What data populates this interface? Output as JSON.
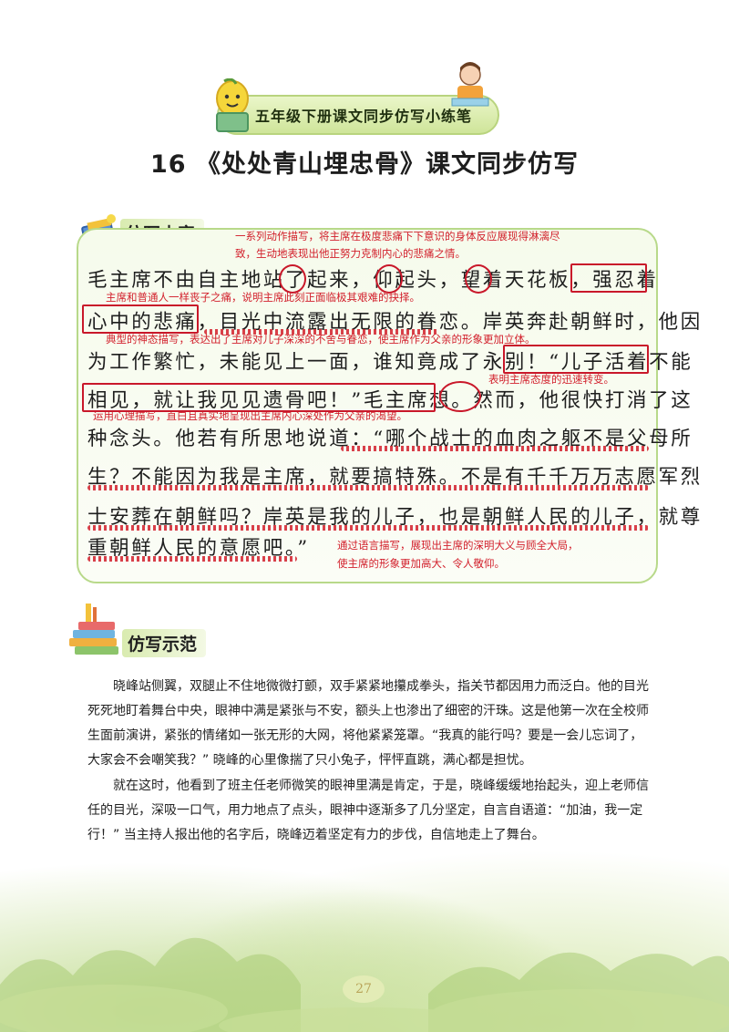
{
  "header": {
    "banner_text": "五年级下册课文同步仿写小练笔",
    "title": "16 《处处青山埋忠骨》课文同步仿写"
  },
  "section1": {
    "heading": "仿写内容",
    "lines": [
      "毛主席不由自主地站了起来，仰起头，望着天花板，强忍着",
      "心中的悲痛，目光中流露出无限的眷恋。岸英奔赴朝鲜时，他因",
      "为工作繁忙，未能见上一面，谁知竟成了永别！“儿子活着不能",
      "相见，就让我见见遗骨吧！”毛主席想。然而，他很快打消了这",
      "种念头。他若有所思地说道：“哪个战士的血肉之躯不是父母所",
      "生？不能因为我是主席，就要搞特殊。不是有千千万万志愿军烈",
      "士安葬在朝鲜吗？岸英是我的儿子，也是朝鲜人民的儿子，就尊",
      "重朝鲜人民的意愿吧。”"
    ],
    "notes": {
      "n1a": "一系列动作描写，将主席在极度悲痛下下意识的身体反应展现得淋漓尽",
      "n1b": "致，生动地表现出他正努力克制内心的悲痛之情。",
      "n2": "主席和普通人一样丧子之痛，说明主席此刻正面临极其艰难的抉择。",
      "n3": "典型的神态描写，表达出了主席对儿子深深的不舍与眷恋，使主席作为父亲的形象更加立体。",
      "n4": "表明主席态度的迅速转变。",
      "n5": "运用心理描写，直白且真实地呈现出主席内心深处作为父亲的渴望。",
      "n6a": "通过语言描写，展现出主席的深明大义与顾全大局，",
      "n6b": "使主席的形象更加高大、令人敬仰。"
    }
  },
  "section2": {
    "heading": "仿写示范",
    "paragraphs": [
      "晓峰站侧翼，双腿止不住地微微打颤，双手紧紧地攥成拳头，指关节都因用力而泛白。他的目光死死地盯着舞台中央，眼神中满是紧张与不安，额头上也渗出了细密的汗珠。这是他第一次在全校师生面前演讲，紧张的情绪如一张无形的大网，将他紧紧笼罩。“我真的能行吗？要是一会儿忘词了，大家会不会嘲笑我？” 晓峰的心里像揣了只小兔子，怦怦直跳，满心都是担忧。",
      "就在这时，他看到了班主任老师微笑的眼神里满是肯定，于是，晓峰缓缓地抬起头，迎上老师信任的目光，深吸一口气，用力地点了点头，眼神中逐渐多了几分坚定，自言自语道：“加油，我一定行！” 当主持人报出他的名字后，晓峰迈着坚定有力的步伐，自信地走上了舞台。"
    ]
  },
  "footer": {
    "page_number": "27"
  },
  "colors": {
    "annotation_red": "#d21f2b",
    "panel_border": "#b8d98a",
    "banner_green": "#cfe59a"
  }
}
